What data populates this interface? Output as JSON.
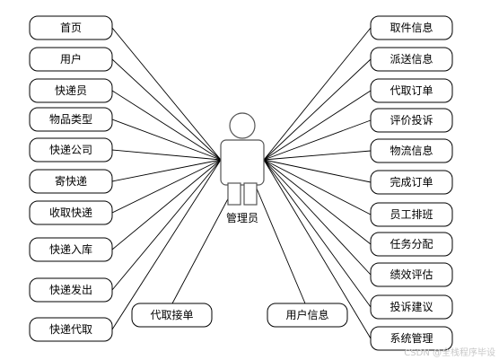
{
  "actor": {
    "label": "管理员"
  },
  "left_cases": [
    "首页",
    "用户",
    "快递员",
    "物品类型",
    "快递公司",
    "寄快递",
    "收取快递",
    "快递入库",
    "快递发出",
    "快递代取"
  ],
  "bottom_cases": [
    "代取接单",
    "用户信息"
  ],
  "right_cases": [
    "取件信息",
    "派送信息",
    "代取订单",
    "评价投诉",
    "物流信息",
    "完成订单",
    "员工排班",
    "任务分配",
    "绩效评估",
    "投诉建议",
    "系统管理"
  ],
  "watermark": "CSDN @全栈程序毕设",
  "colors": {
    "box_stroke": "#000000",
    "actor_stroke": "#555555",
    "watermark": "#c8c8c8"
  }
}
